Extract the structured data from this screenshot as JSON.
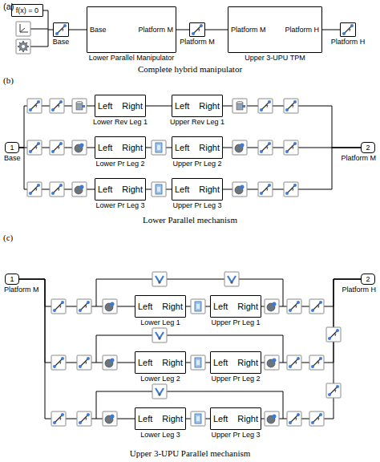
{
  "diagram": {
    "nodes": [
      {
        "text": [
          "f(x) = 0"
        ]
      },
      {
        "text": [
          "Base"
        ]
      },
      {
        "text": [
          "Base",
          "Platform M",
          "Lower Parallel Manipulator"
        ]
      },
      {
        "text": [
          "Platform M"
        ]
      },
      {
        "text": [
          "Platform M",
          "Platform H",
          "Upper 3-UPU TPM"
        ]
      },
      {
        "text": [
          "Platform H"
        ]
      },
      {
        "text": [
          "1",
          "Base"
        ]
      },
      {
        "text": [
          "Left",
          "Right",
          "Lower Rev Leg 1"
        ]
      },
      {
        "text": [
          "Left",
          "Right",
          "Upper Rev Leg 1"
        ]
      },
      {
        "text": [
          "Left",
          "Right",
          "Lower Pr Leg 2"
        ]
      },
      {
        "text": [
          "Left",
          "Right",
          "Upper Pr Leg 2"
        ]
      },
      {
        "text": [
          "Left",
          "Right",
          "Lower Pr Leg 3"
        ]
      },
      {
        "text": [
          "Left",
          "Right",
          "Upper Pr Leg 3"
        ]
      },
      {
        "text": [
          "2",
          "Platform M"
        ]
      },
      {
        "text": [
          "1",
          "Platform M"
        ]
      },
      {
        "text": [
          "Left",
          "Right",
          "Lower Leg 1"
        ]
      },
      {
        "text": [
          "Left",
          "Right",
          "Upper Pr Leg 1"
        ]
      },
      {
        "text": [
          "Left",
          "Right",
          "Lower Leg 2"
        ]
      },
      {
        "text": [
          "Left",
          "Right",
          "Upper Pr Leg 2"
        ]
      },
      {
        "text": [
          "Left",
          "Right",
          "Lower Leg 3"
        ]
      },
      {
        "text": [
          "Left",
          "Right",
          "Upper Pr Leg 3"
        ]
      },
      {
        "text": [
          "2",
          "Platform H"
        ]
      }
    ],
    "edges": [
      {
        "from": 0,
        "to": 1,
        "arrow": "none"
      },
      {
        "from": 1,
        "to": 2,
        "arrow": "none"
      },
      {
        "from": 2,
        "to": 3,
        "arrow": "none"
      },
      {
        "from": 3,
        "to": 4,
        "arrow": "none"
      },
      {
        "from": 4,
        "to": 5,
        "arrow": "none"
      },
      {
        "from": 6,
        "to": 7,
        "arrow": "none"
      },
      {
        "from": 6,
        "to": 9,
        "arrow": "none"
      },
      {
        "from": 6,
        "to": 11,
        "arrow": "none"
      },
      {
        "from": 7,
        "to": 8,
        "arrow": "none"
      },
      {
        "from": 9,
        "to": 10,
        "arrow": "none"
      },
      {
        "from": 11,
        "to": 12,
        "arrow": "none"
      },
      {
        "from": 8,
        "to": 13,
        "arrow": "none"
      },
      {
        "from": 10,
        "to": 13,
        "arrow": "none"
      },
      {
        "from": 12,
        "to": 13,
        "arrow": "none"
      },
      {
        "from": 14,
        "to": 15,
        "arrow": "none"
      },
      {
        "from": 14,
        "to": 17,
        "arrow": "none"
      },
      {
        "from": 14,
        "to": 19,
        "arrow": "none"
      },
      {
        "from": 15,
        "to": 16,
        "arrow": "none"
      },
      {
        "from": 17,
        "to": 18,
        "arrow": "none"
      },
      {
        "from": 19,
        "to": 20,
        "arrow": "none"
      },
      {
        "from": 16,
        "to": 21,
        "arrow": "none"
      },
      {
        "from": 18,
        "to": 21,
        "arrow": "none"
      },
      {
        "from": 20,
        "to": 21,
        "arrow": "none"
      }
    ],
    "labels": [
      "(a)",
      "Complete hybrid manipulator",
      "(b)",
      "Lower Parallel mechanism",
      "(c)",
      "Upper 3-UPU Parallel mechanism"
    ]
  }
}
